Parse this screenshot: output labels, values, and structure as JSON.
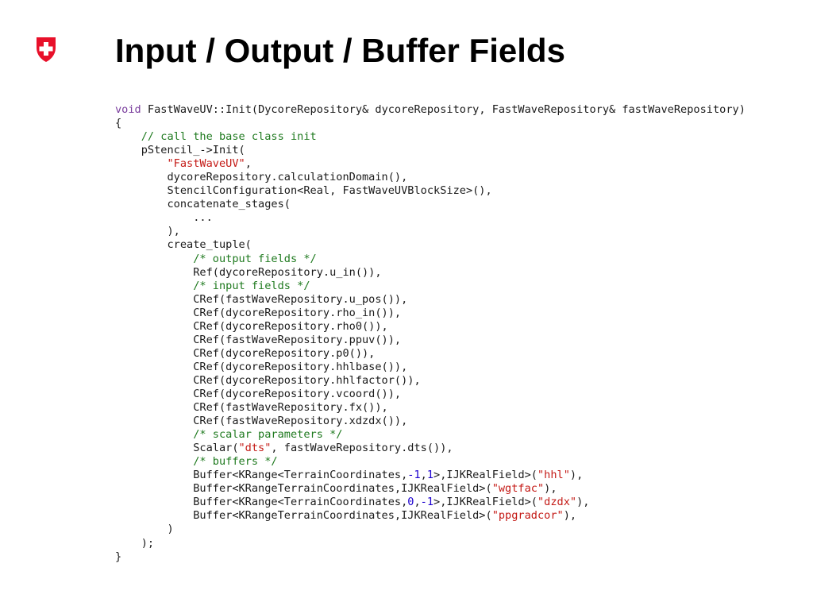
{
  "logo": {
    "icon": "swiss-cross-shield-icon",
    "color": "#e8102a"
  },
  "title": "Input / Output / Buffer Fields",
  "colors": {
    "keyword": "#7a3e9d",
    "comment": "#1f7a1f",
    "string": "#c41a16",
    "number": "#1c00cf",
    "plain": "#1a1a1a"
  },
  "code": {
    "lines": [
      [
        [
          "kw",
          "void"
        ],
        [
          "pl",
          " FastWaveUV::Init(DycoreRepository& dycoreRepository, FastWaveRepository& fastWaveRepository)"
        ]
      ],
      [
        [
          "pl",
          "{"
        ]
      ],
      [
        [
          "cm",
          "    // call the base class init"
        ]
      ],
      [
        [
          "pl",
          "    pStencil_->Init("
        ]
      ],
      [
        [
          "pl",
          "        "
        ],
        [
          "str",
          "\"FastWaveUV\""
        ],
        [
          "pl",
          ","
        ]
      ],
      [
        [
          "pl",
          "        dycoreRepository.calculationDomain(),"
        ]
      ],
      [
        [
          "pl",
          "        StencilConfiguration<Real, FastWaveUVBlockSize>(),"
        ]
      ],
      [
        [
          "pl",
          "        concatenate_stages("
        ]
      ],
      [
        [
          "pl",
          "            ..."
        ]
      ],
      [
        [
          "pl",
          "        ),"
        ]
      ],
      [
        [
          "pl",
          "        create_tuple("
        ]
      ],
      [
        [
          "pl",
          "            "
        ],
        [
          "cm",
          "/* output fields */"
        ]
      ],
      [
        [
          "pl",
          "            Ref(dycoreRepository.u_in()),"
        ]
      ],
      [
        [
          "pl",
          "            "
        ],
        [
          "cm",
          "/* input fields */"
        ]
      ],
      [
        [
          "pl",
          "            CRef(fastWaveRepository.u_pos()),"
        ]
      ],
      [
        [
          "pl",
          "            CRef(dycoreRepository.rho_in()),"
        ]
      ],
      [
        [
          "pl",
          "            CRef(dycoreRepository.rho0()),"
        ]
      ],
      [
        [
          "pl",
          "            CRef(fastWaveRepository.ppuv()),"
        ]
      ],
      [
        [
          "pl",
          "            CRef(dycoreRepository.p0()),"
        ]
      ],
      [
        [
          "pl",
          "            CRef(dycoreRepository.hhlbase()),"
        ]
      ],
      [
        [
          "pl",
          "            CRef(dycoreRepository.hhlfactor()),"
        ]
      ],
      [
        [
          "pl",
          "            CRef(dycoreRepository.vcoord()),"
        ]
      ],
      [
        [
          "pl",
          "            CRef(fastWaveRepository.fx()),"
        ]
      ],
      [
        [
          "pl",
          "            CRef(fastWaveRepository.xdzdx()),"
        ]
      ],
      [
        [
          "pl",
          "            "
        ],
        [
          "cm",
          "/* scalar parameters */"
        ]
      ],
      [
        [
          "pl",
          "            Scalar("
        ],
        [
          "str",
          "\"dts\""
        ],
        [
          "pl",
          ", fastWaveRepository.dts()),"
        ]
      ],
      [
        [
          "pl",
          "            "
        ],
        [
          "cm",
          "/* buffers */"
        ]
      ],
      [
        [
          "pl",
          "            Buffer<KRange<TerrainCoordinates,"
        ],
        [
          "num",
          "-1"
        ],
        [
          "pl",
          ","
        ],
        [
          "num",
          "1"
        ],
        [
          "pl",
          ">,IJKRealField>("
        ],
        [
          "str",
          "\"hhl\""
        ],
        [
          "pl",
          "),"
        ]
      ],
      [
        [
          "pl",
          "            Buffer<KRangeTerrainCoordinates,IJKRealField>("
        ],
        [
          "str",
          "\"wgtfac\""
        ],
        [
          "pl",
          "),"
        ]
      ],
      [
        [
          "pl",
          "            Buffer<KRange<TerrainCoordinates,"
        ],
        [
          "num",
          "0"
        ],
        [
          "pl",
          ","
        ],
        [
          "num",
          "-1"
        ],
        [
          "pl",
          ">,IJKRealField>("
        ],
        [
          "str",
          "\"dzdx\""
        ],
        [
          "pl",
          "),"
        ]
      ],
      [
        [
          "pl",
          "            Buffer<KRangeTerrainCoordinates,IJKRealField>("
        ],
        [
          "str",
          "\"ppgradcor\""
        ],
        [
          "pl",
          "),"
        ]
      ],
      [
        [
          "pl",
          "        )"
        ]
      ],
      [
        [
          "pl",
          "    );"
        ]
      ],
      [
        [
          "pl",
          "}"
        ]
      ]
    ]
  }
}
